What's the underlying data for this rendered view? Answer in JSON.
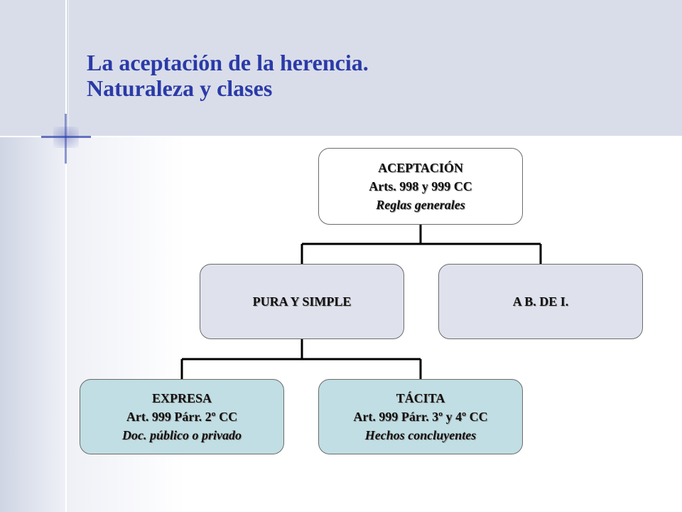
{
  "slide": {
    "title_line1": "La aceptación de la herencia.",
    "title_line2": "Naturaleza y clases"
  },
  "diagram": {
    "root": {
      "line1": "ACEPTACIÓN",
      "line2": "Arts. 998 y 999 CC",
      "line3": "Reglas generales"
    },
    "level2": [
      {
        "label": "PURA Y SIMPLE"
      },
      {
        "label": "A B. DE I."
      }
    ],
    "level3": [
      {
        "line1": "EXPRESA",
        "line2": "Art. 999 Párr. 2º CC",
        "line3": "Doc. público o privado"
      },
      {
        "line1": "TÁCITA",
        "line2": "Art. 999 Párr. 3º y 4º CC",
        "line3": "Hechos concluyentes"
      }
    ]
  },
  "colors": {
    "title": "#2a3aa8",
    "header_band": "#d9dde9",
    "level2_fill": "#dfe2ec",
    "level3_fill": "#c0dee3",
    "connector": "#000000"
  }
}
